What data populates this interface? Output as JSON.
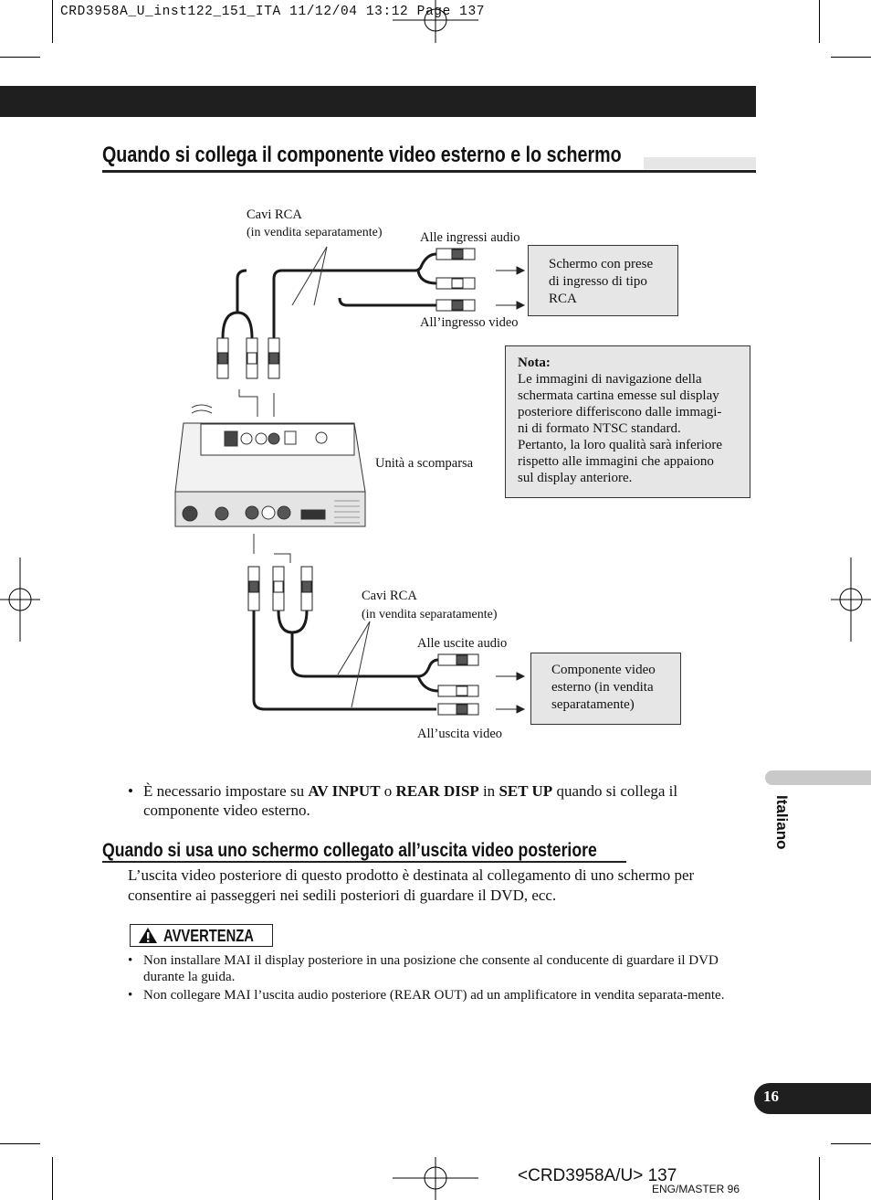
{
  "slug": "CRD3958A_U_inst122_151_ITA   11/12/04 13:12  Page 137",
  "section_title": "Quando si collega il componente video esterno e lo schermo",
  "diagram": {
    "cables_top": "Cavi RCA",
    "cables_top_note": "(in vendita separatamente)",
    "audio_in": "Alle ingressi audio",
    "video_in": "All’ingresso video",
    "screen_box": [
      "Schermo con prese",
      "di ingresso di tipo",
      "RCA"
    ],
    "note_title": "Nota:",
    "note_lines": [
      "Le immagini di navigazione della",
      "schermata cartina emesse sul display",
      "posteriore differiscono dalle immagi-",
      "ni di formato NTSC standard.",
      "Pertanto, la loro qualità sarà inferiore",
      "rispetto alle immagini che appaiono",
      "sul display anteriore."
    ],
    "unit_label": "Unità a scomparsa",
    "cables_bottom": "Cavi RCA",
    "cables_bottom_note": "(in vendita separatamente)",
    "audio_out": "Alle uscite audio",
    "video_out": "All’uscita video",
    "component_box": [
      "Componente video",
      "esterno (in vendita",
      "separatamente)"
    ]
  },
  "bullet": {
    "pre": "È necessario impostare su ",
    "b1": "AV INPUT",
    "mid1": " o ",
    "b2": "REAR DISP",
    "mid2": " in ",
    "b3": "SET UP",
    "post": " quando si collega il componente video esterno."
  },
  "section2_title": "Quando si usa uno schermo collegato all’uscita video posteriore",
  "section2_text": "L’uscita video posteriore di questo prodotto è destinata al collegamento di uno schermo per consentire ai passeggeri nei sedili posteriori di guardare il DVD, ecc.",
  "warning_label": "AVVERTENZA",
  "warnings": [
    "Non installare MAI il display posteriore in una posizione che consente al conducente di guardare il DVD durante la guida.",
    "Non collegare MAI l’uscita audio posteriore (REAR OUT) ad un amplificatore in vendita separata-mente."
  ],
  "side_language": "Italiano",
  "page_number": "16",
  "footer_code": "<CRD3958A/U> 137",
  "footer_master": "ENG/MASTER 96"
}
